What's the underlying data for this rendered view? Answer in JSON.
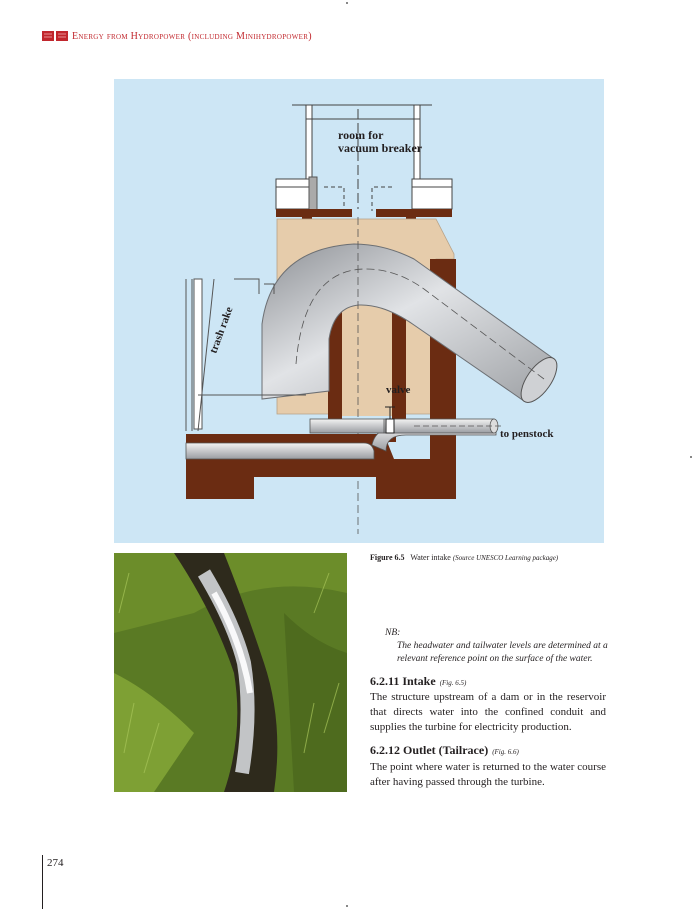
{
  "header": {
    "running_head": "Energy from Hydropower (including Minihydropower)"
  },
  "figure": {
    "labels": {
      "room": "room for",
      "vacuum": "vacuum breaker",
      "trash": "trash rake",
      "valve": "valve",
      "penstock": "to penstock"
    },
    "colors": {
      "background": "#cde6f5",
      "concrete": "#e6ccab",
      "brown": "#6b2c12",
      "pipe": "#9c9fa3"
    }
  },
  "caption": {
    "number": "Figure 6.5",
    "text": "Water intake",
    "source": "(Source UNESCO Learning package)"
  },
  "nb": {
    "label": "NB:",
    "text": "The headwater and tailwater levels are determined at a relevant reference point on the surface of the water."
  },
  "sections": [
    {
      "heading": "6.2.11 Intake",
      "ref": "(Fig. 6.5)",
      "body": "The structure upstream of a dam or in the reservoir that directs water into the confined conduit and supplies the turbine for electricity production."
    },
    {
      "heading": "6.2.12 Outlet (Tailrace)",
      "ref": "(Fig. 6.6)",
      "body": "The point where water is returned to the water course after having passed through the turbine."
    }
  ],
  "page_number": "274"
}
